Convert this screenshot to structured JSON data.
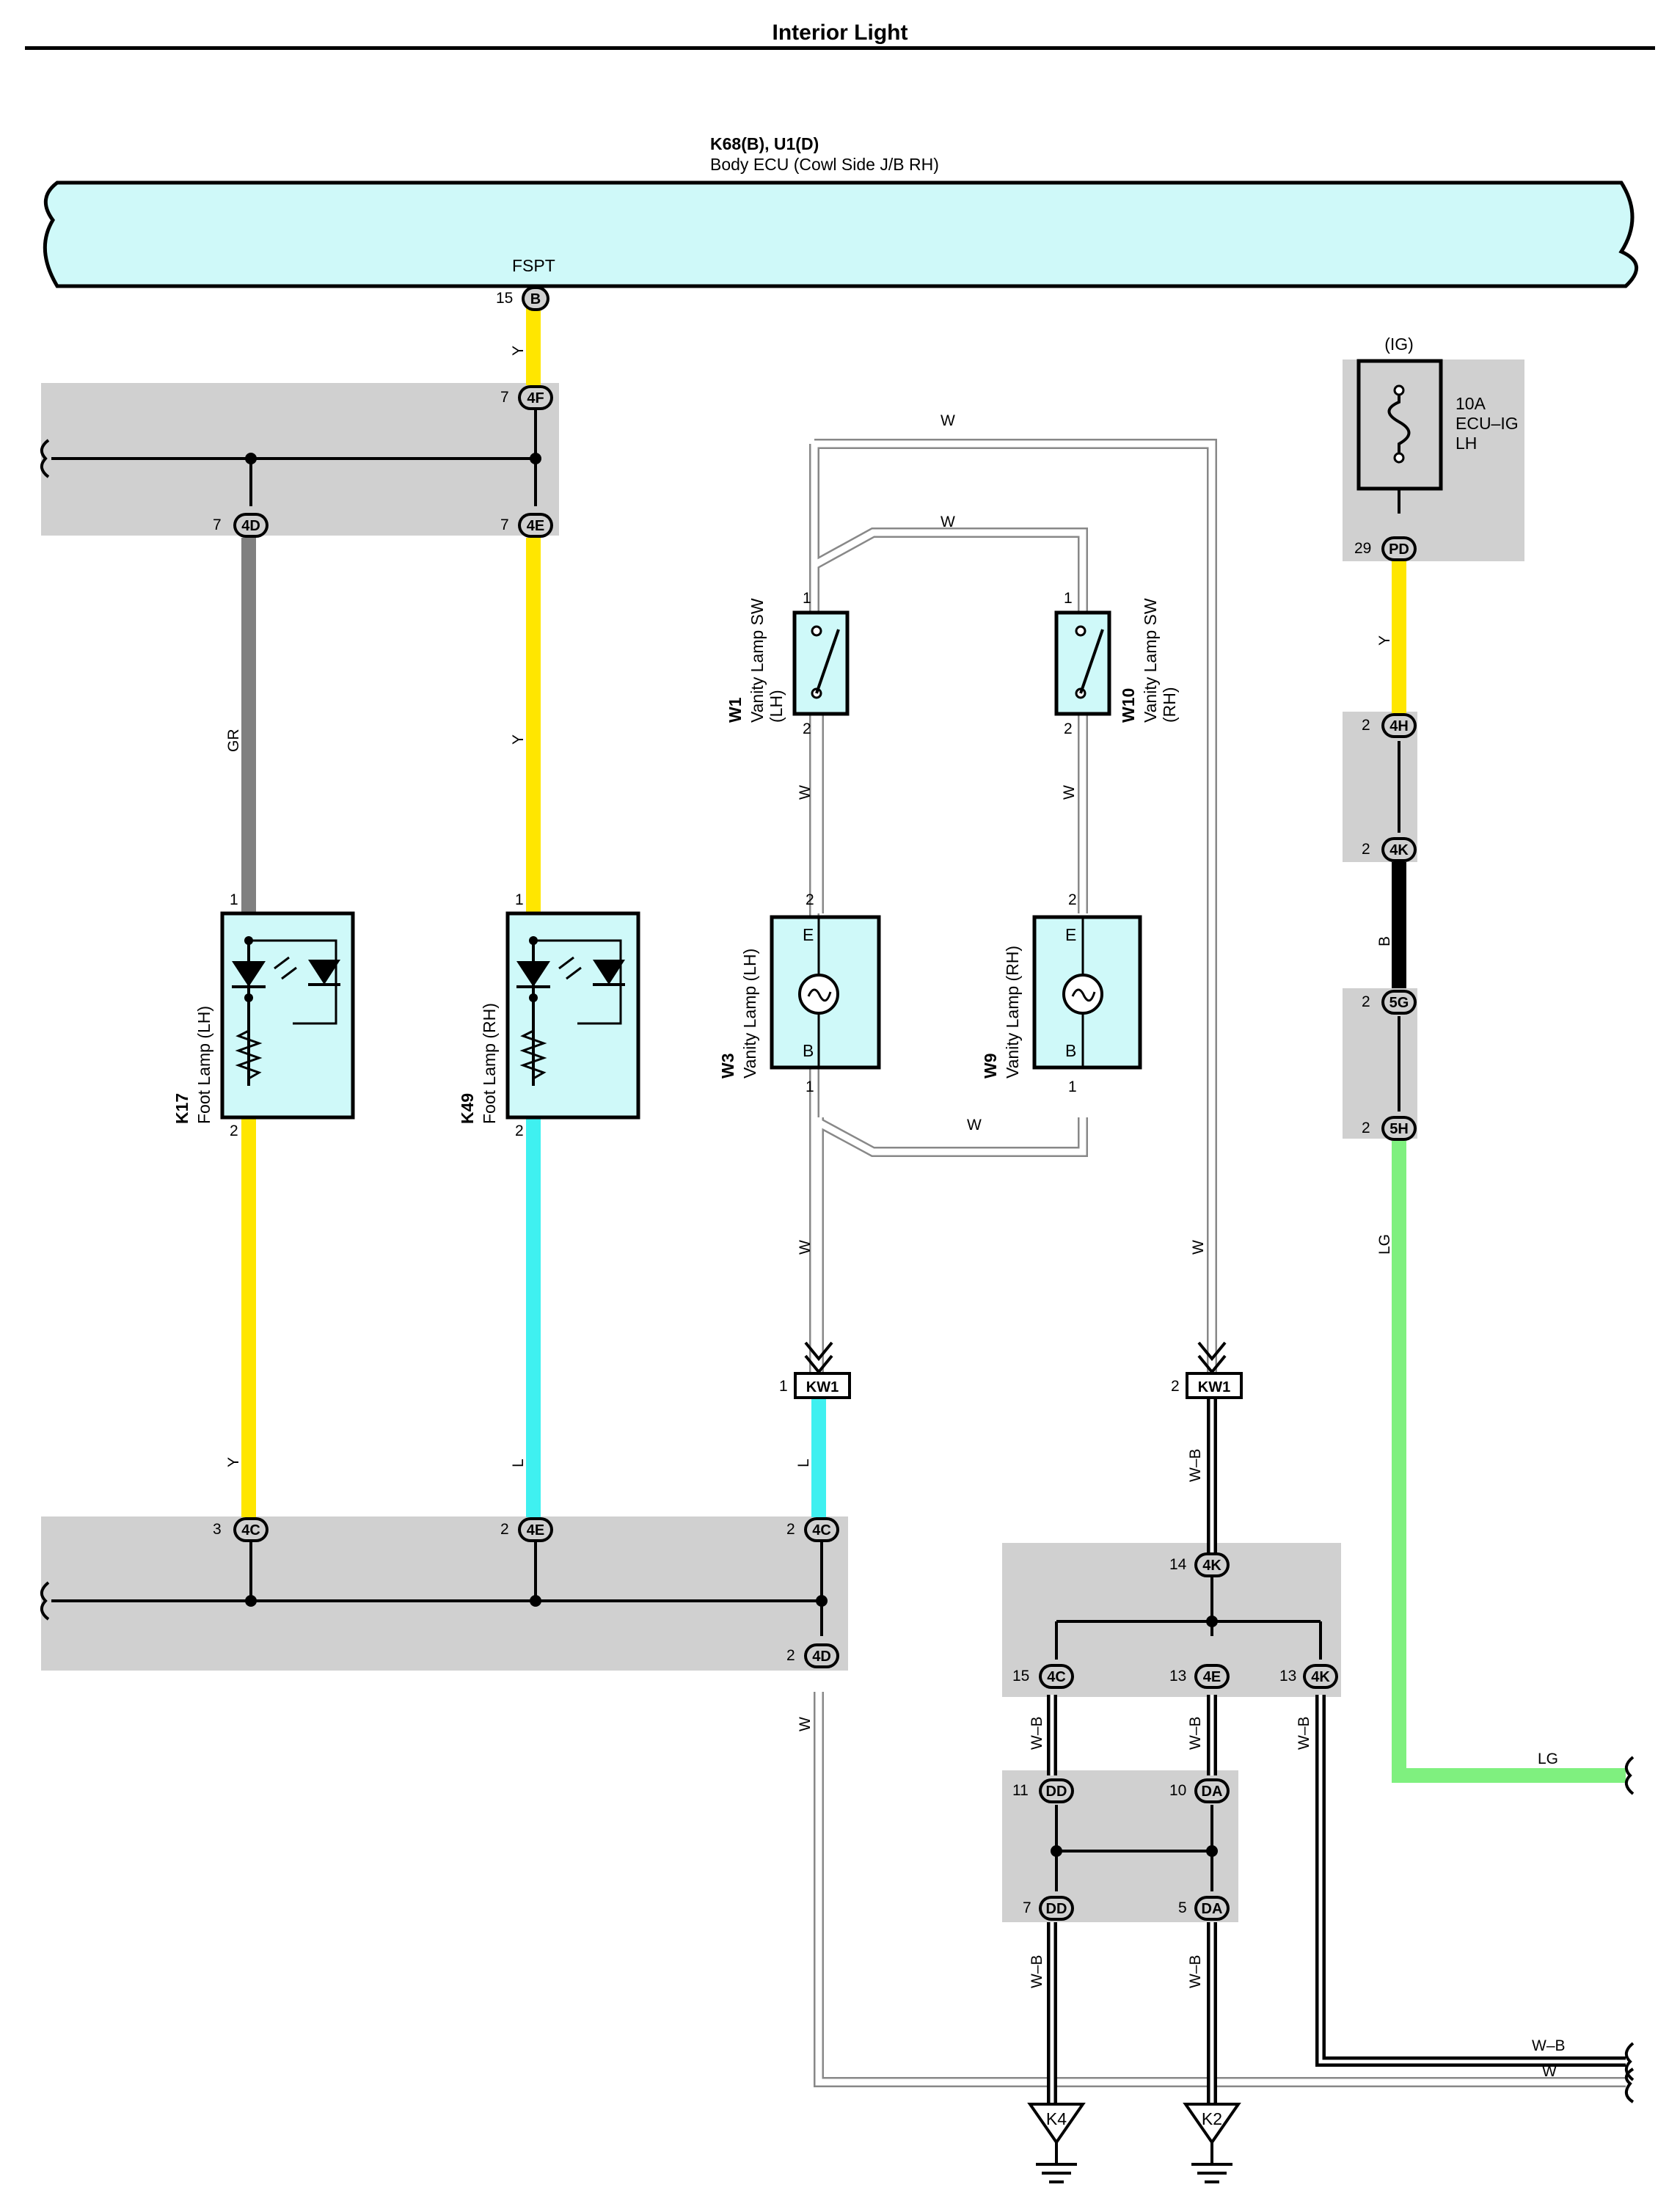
{
  "title": "Interior Light",
  "colors": {
    "ecu_fill": "#cff9f9",
    "jb_gray": "#d0d0d0",
    "comp_fill": "#cff9f9",
    "wire_Y": "#ffe600",
    "wire_GR": "#808080",
    "wire_L": "#3ff0f0",
    "wire_LG": "#7ff07f",
    "wire_B": "#000000",
    "wire_W": "#ffffff",
    "wire_WB": "#ffffff"
  },
  "ecu": {
    "code": "K68(B), U1(D)",
    "name": "Body ECU (Cowl Side J/B RH)",
    "terminal": "FSPT"
  },
  "fuse": {
    "supply": "(IG)",
    "rating": "10A",
    "name": "ECU–IG",
    "side": "LH"
  },
  "components": {
    "k17": {
      "code": "K17",
      "name": "Foot Lamp (LH)"
    },
    "k49": {
      "code": "K49",
      "name": "Foot Lamp (RH)"
    },
    "w1": {
      "code": "W1",
      "name": "Vanity Lamp SW",
      "side": "(LH)"
    },
    "w10": {
      "code": "W10",
      "name": "Vanity Lamp SW",
      "side": "(RH)"
    },
    "w3": {
      "code": "W3",
      "name": "Vanity Lamp (LH)"
    },
    "w9": {
      "code": "W9",
      "name": "Vanity Lamp (RH)"
    }
  },
  "lamp_terms": {
    "e": "E",
    "b": "B"
  },
  "grounds": {
    "k4": "K4",
    "k2": "K2"
  },
  "wire_labels": {
    "y": "Y",
    "gr": "GR",
    "l": "L",
    "w": "W",
    "wb": "W–B",
    "b": "B",
    "lg": "LG"
  },
  "pins": {
    "p1": "1",
    "p2": "2",
    "p3": "3",
    "p5": "5",
    "p7": "7",
    "p10": "10",
    "p11": "11",
    "p13": "13",
    "p14": "14",
    "p15": "15",
    "p29": "29"
  },
  "connectors": {
    "B": "B",
    "4F": "4F",
    "4D": "4D",
    "4E": "4E",
    "4C": "4C",
    "4H": "4H",
    "4K": "4K",
    "5G": "5G",
    "5H": "5H",
    "PD": "PD",
    "DD": "DD",
    "DA": "DA",
    "KW1": "KW1"
  }
}
